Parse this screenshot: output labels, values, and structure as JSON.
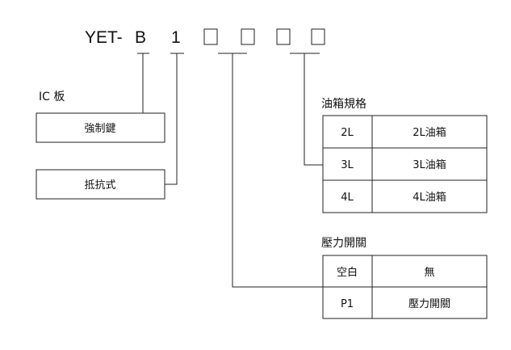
{
  "model_code": {
    "prefix": "YET-",
    "part_b": "B",
    "part_1": "1"
  },
  "ic_board": {
    "title": "IC 板",
    "options": [
      "強制鍵",
      "抵抗式"
    ]
  },
  "tank_spec": {
    "title": "油箱規格",
    "rows": [
      {
        "code": "2L",
        "desc": "2L油箱"
      },
      {
        "code": "3L",
        "desc": "3L油箱"
      },
      {
        "code": "4L",
        "desc": "4L油箱"
      }
    ]
  },
  "pressure_switch": {
    "title": "壓力開關",
    "rows": [
      {
        "code": "空白",
        "desc": "無"
      },
      {
        "code": "P1",
        "desc": "壓力開關"
      }
    ]
  }
}
